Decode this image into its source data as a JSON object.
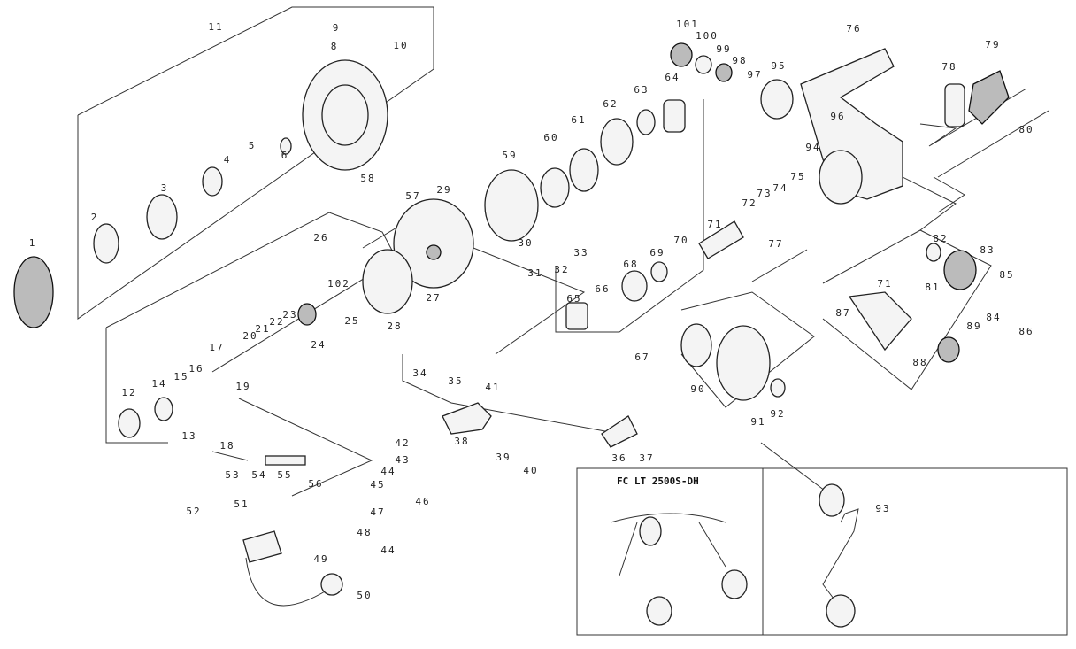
{
  "diagram": {
    "part_labels": [
      "1",
      "2",
      "3",
      "4",
      "5",
      "6",
      "11",
      "9",
      "10",
      "8",
      "101",
      "100",
      "99",
      "98",
      "97",
      "95",
      "76",
      "79",
      "78",
      "96",
      "94",
      "80",
      "64",
      "63",
      "62",
      "61",
      "60",
      "59",
      "58",
      "57",
      "29",
      "26",
      "30",
      "31",
      "32",
      "33",
      "71",
      "72",
      "73",
      "74",
      "75",
      "77",
      "70",
      "69",
      "68",
      "66",
      "65",
      "67",
      "102",
      "25",
      "27",
      "28",
      "24",
      "23",
      "22",
      "21",
      "20",
      "17",
      "19",
      "16",
      "15",
      "14",
      "12",
      "13",
      "18",
      "34",
      "35",
      "41",
      "38",
      "39",
      "40",
      "36",
      "37",
      "42",
      "43",
      "44",
      "45",
      "46",
      "47",
      "48",
      "44",
      "49",
      "50",
      "52",
      "51",
      "53",
      "54",
      "55",
      "56",
      "82",
      "83",
      "81",
      "85",
      "84",
      "86",
      "87",
      "71",
      "88",
      "89",
      "90",
      "91",
      "92",
      "93"
    ],
    "inset": {
      "title": "FC LT 2500S-DH"
    }
  }
}
